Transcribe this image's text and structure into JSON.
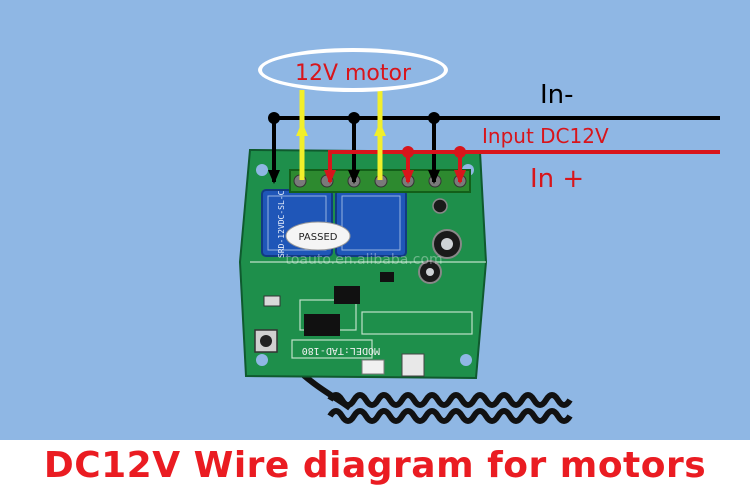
{
  "image": {
    "background_color": "#8fb7e4",
    "board_color": "#1e8f4b",
    "wire_colors": {
      "negative": "#000000",
      "positive": "#d8151b",
      "motor": "#f2ef2a"
    }
  },
  "labels": {
    "motor": "12V motor",
    "in_minus": "In-",
    "input": "Input DC12V",
    "in_plus": "In +"
  },
  "board": {
    "silkscreen_left": "SRD-12VDC-SL-C",
    "silkscreen_model": "MODEL:TAD-180",
    "passed_label": "PASSED",
    "watermark": "toauto.en.alibaba.com"
  },
  "footer": {
    "title": "DC12V Wire diagram for motors"
  }
}
